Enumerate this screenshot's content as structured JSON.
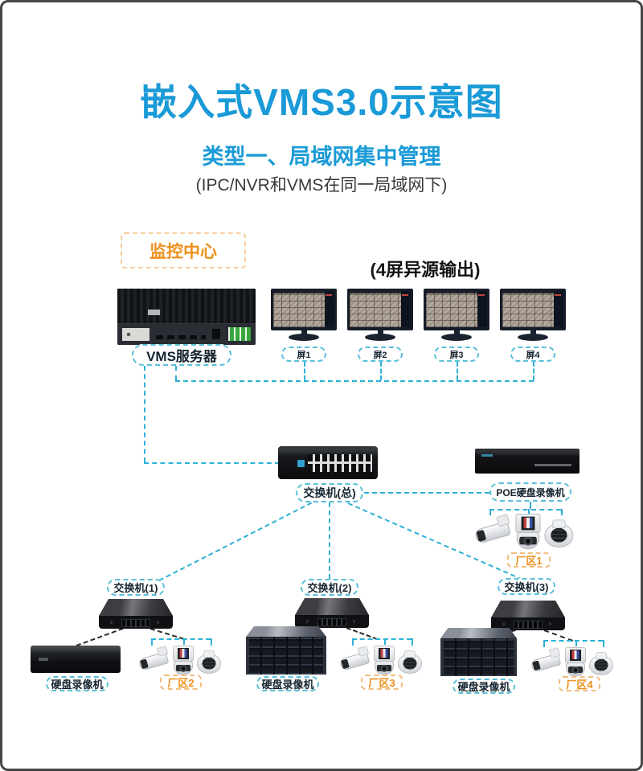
{
  "header": {
    "title": "嵌入式VMS3.0示意图",
    "subtitle": "类型一、局域网集中管理",
    "note": "(IPC/NVR和VMS在同一局域网下)"
  },
  "colors": {
    "title_blue": "#1a9ad7",
    "line_teal": "#2eb0d6",
    "accent_orange": "#ee8f1a",
    "label_dark": "#16242f",
    "black_line": "#2b2b2b"
  },
  "monitoring_center": {
    "label": "监控中心"
  },
  "vms": {
    "label": "VMS服务器"
  },
  "display_wall": {
    "caption": "(4屏异源输出)",
    "screens": [
      {
        "label": "屏1"
      },
      {
        "label": "屏2"
      },
      {
        "label": "屏3"
      },
      {
        "label": "屏4"
      }
    ]
  },
  "core": {
    "main_switch_label": "交换机(总)",
    "poe_nvr_label": "POE硬盘录像机",
    "factory_label": "厂区1"
  },
  "branches": [
    {
      "switch_label": "交换机(1)",
      "nvr_label": "硬盘录像机",
      "factory_label": "厂区2"
    },
    {
      "switch_label": "交换机(2)",
      "nvr_label": "硬盘录像机",
      "factory_label": "厂区3"
    },
    {
      "switch_label": "交换机(3)",
      "nvr_label": "硬盘录像机",
      "factory_label": "厂区4"
    }
  ]
}
